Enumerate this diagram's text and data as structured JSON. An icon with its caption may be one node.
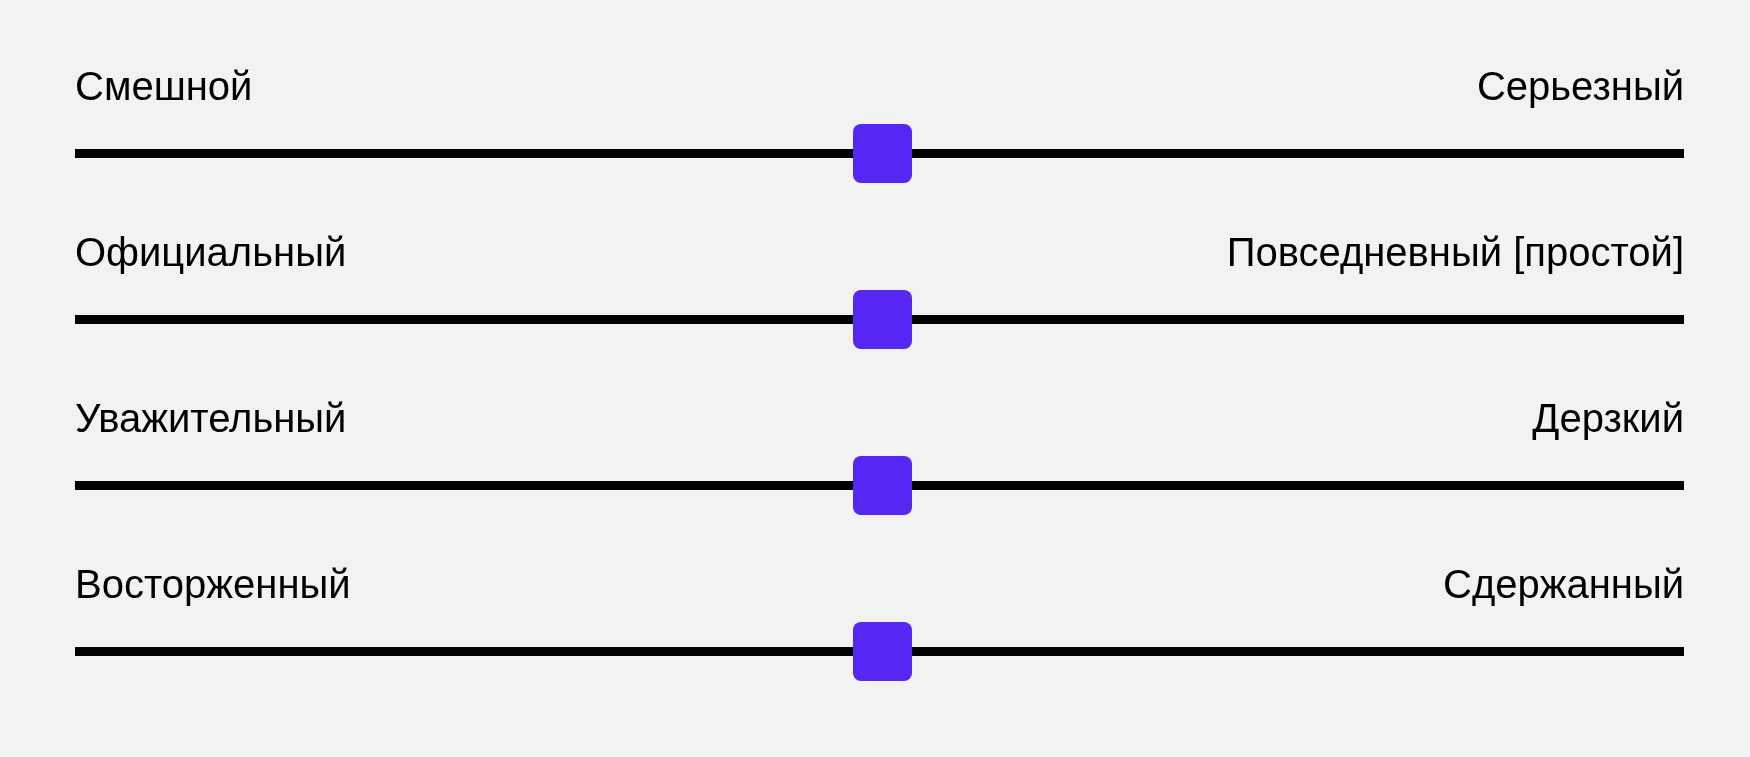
{
  "diagram": {
    "labels": [
      "Смешной",
      "Серьезный",
      "Официальный",
      "Повседневный [простой]",
      "Уважительный",
      "Дерзкий",
      "Восторженный",
      "Сдержанный"
    ]
  }
}
